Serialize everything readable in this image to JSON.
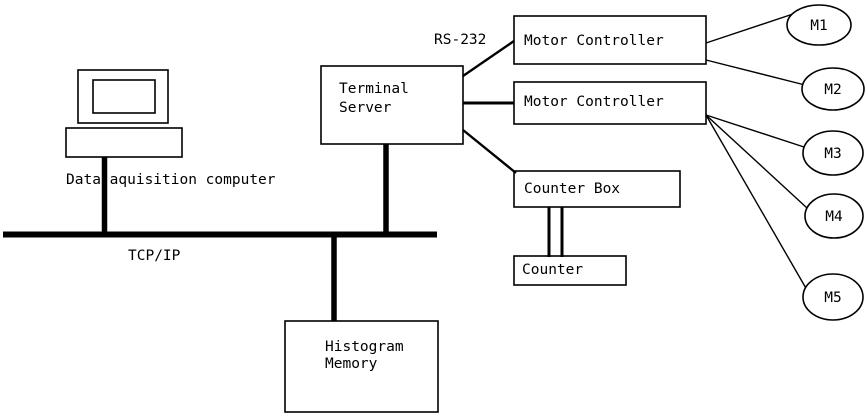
{
  "diagram": {
    "title": "Data acquisition system block diagram",
    "background_color": "#ffffff",
    "line_color": "#000000",
    "nodes": {
      "monitor_screen": {
        "label": ""
      },
      "monitor_bezel": {
        "label": ""
      },
      "computer_base": {
        "label": ""
      },
      "computer_caption": {
        "label": "Data aquisition computer"
      },
      "terminal_server": {
        "line1": "Terminal",
        "line2": "Server"
      },
      "motor_controller_1": {
        "label": "Motor Controller"
      },
      "motor_controller_2": {
        "label": "Motor Controller"
      },
      "counter_box": {
        "label": "Counter Box"
      },
      "counter": {
        "label": "Counter"
      },
      "histogram_memory": {
        "line1": "Histogram",
        "line2": "Memory"
      },
      "motor_1": {
        "label": "M1"
      },
      "motor_2": {
        "label": "M2"
      },
      "motor_3": {
        "label": "M3"
      },
      "motor_4": {
        "label": "M4"
      },
      "motor_5": {
        "label": "M5"
      }
    },
    "edge_labels": {
      "network_bus": "TCP/IP",
      "serial_link": "RS-232"
    }
  }
}
